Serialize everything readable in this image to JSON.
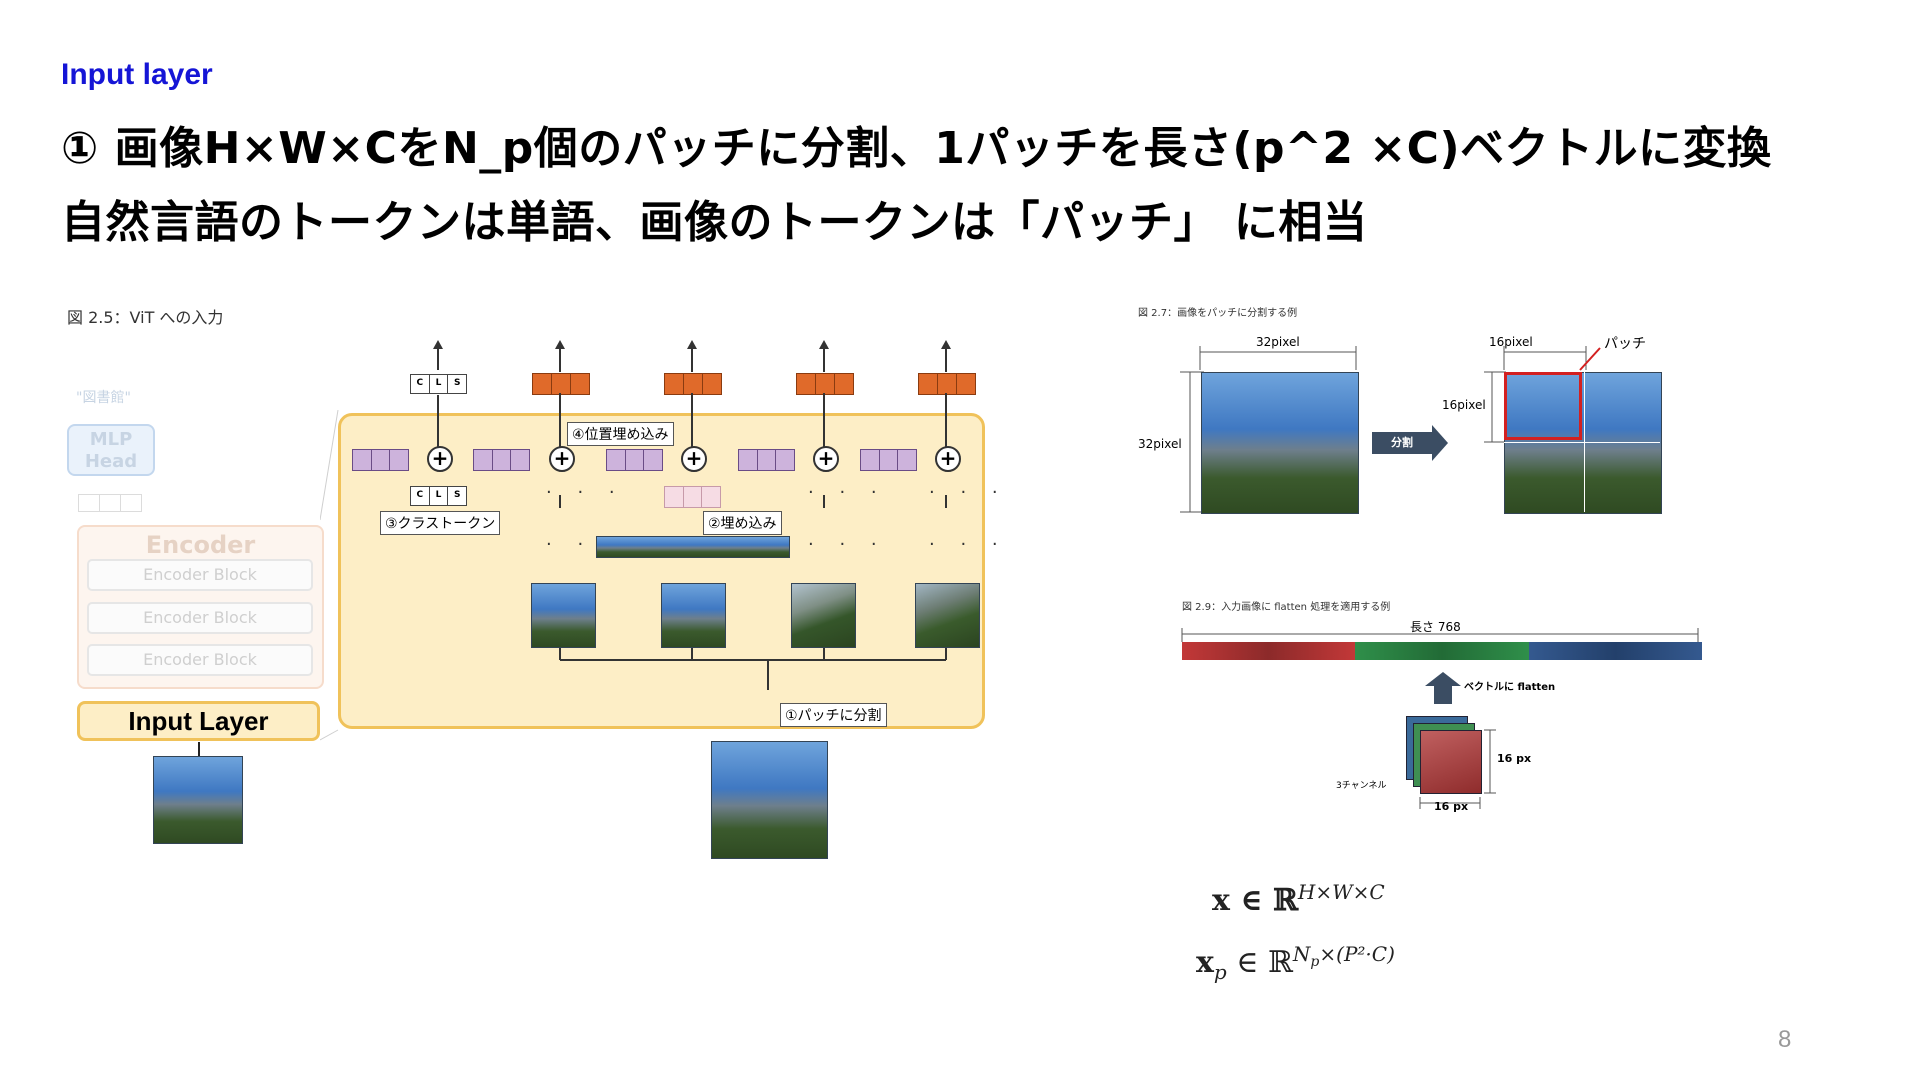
{
  "section_label": "Input layer",
  "headline_1": "① 画像H×W×CをN_p個のパッチに分割、1パッチを長さ(p^2 ×C)ベクトルに変換",
  "headline_2": "自然言語のトークンは単語、画像のトークンは「パッチ」 に相当",
  "page_number": "8",
  "vit_figure": {
    "caption": "図 2.5：ViT への入力",
    "output_label": "\"図書館\"",
    "mlp_head": "MLP Head",
    "encoder": "Encoder",
    "encoder_blocks": [
      "Encoder Block",
      "Encoder Block",
      "Encoder Block"
    ],
    "cls_letters": [
      "C",
      "L",
      "S"
    ],
    "input_layer": "Input Layer",
    "step_labels": {
      "split": "①パッチに分割",
      "embed": "②埋め込み",
      "cls_token": "③クラストークン",
      "pos_embed": "④位置埋め込み"
    },
    "colors": {
      "panel": "#fdeec6",
      "panel_border": "#f0c25a",
      "output_vec": "#e06a2a",
      "pos_vec": "#cdb3dc",
      "embed_vec": "#f6dce4"
    }
  },
  "patch_figure": {
    "caption": "図 2.7：画像をパッチに分割する例",
    "width_label": "32pixel",
    "height_label": "32pixel",
    "arrow_label": "分割",
    "patch_width_label": "16pixel",
    "patch_height_label": "16pixel",
    "patch_label": "パッチ"
  },
  "flatten_figure": {
    "caption": "図 2.9：入力画像に flatten 処理を適用する例",
    "length_label": "長さ 768",
    "arrow_label": "ベクトルに flatten",
    "height_label": "16 px",
    "width_label": "16 px",
    "channels_label": "3チャンネル"
  },
  "equations": {
    "eq1_lhs": "x ∈ ℝ",
    "eq1_sup": "H×W×C",
    "eq2_lhs": "x",
    "eq2_sub": "p",
    "eq2_rel": " ∈ ℝ",
    "eq2_sup": "N",
    "eq2_sup_sub": "p",
    "eq2_sup_rest": "×(P²·C)"
  }
}
